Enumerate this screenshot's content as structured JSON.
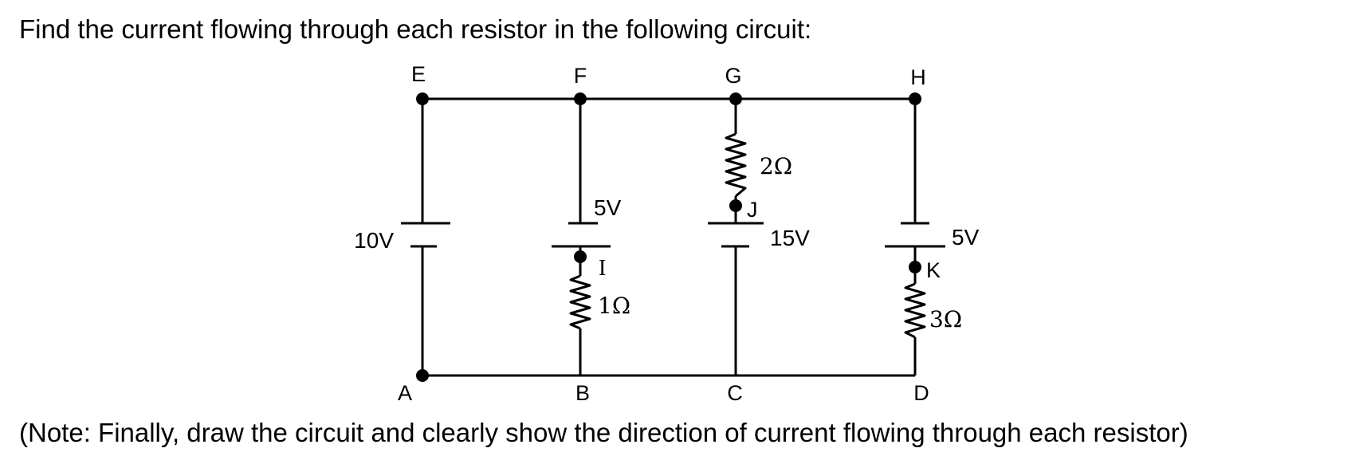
{
  "prompt": "Find the current flowing through each resistor in the following circuit:",
  "note": "(Note: Finally, draw the circuit and clearly show the direction of current flowing through each resistor)",
  "circuit": {
    "nodes": {
      "A": "A",
      "B": "B",
      "C": "C",
      "D": "D",
      "E": "E",
      "F": "F",
      "G": "G",
      "H": "H",
      "I": "I",
      "J": "J",
      "K": "K"
    },
    "batteries": {
      "ea": "10V",
      "fb": "5V",
      "gc": "15V",
      "hd": "5V"
    },
    "resistors": {
      "gj": "2Ω",
      "ib": "1Ω",
      "kd": "3Ω"
    }
  }
}
